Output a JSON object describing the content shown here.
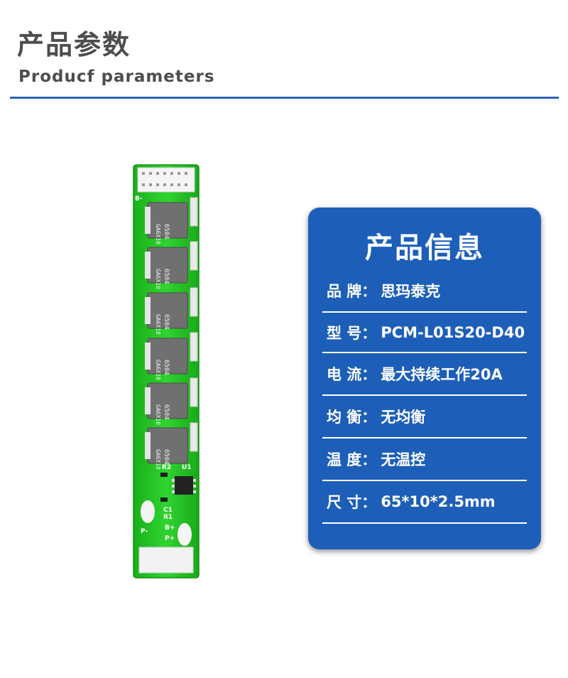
{
  "header": {
    "title_cn": "产品参数",
    "title_en": "Producf  parameters"
  },
  "board": {
    "chip_top": "6504",
    "chip_bottom": "GA6X18",
    "labels": [
      "B-",
      "R2",
      "C1",
      "R1",
      "B+",
      "P-",
      "P+",
      "U1"
    ]
  },
  "info": {
    "title": "产品信息",
    "rows": [
      {
        "label": "品 牌：",
        "value": "思玛泰克"
      },
      {
        "label": "型  号：",
        "value": "PCM-L01S20-D40"
      },
      {
        "label": "电  流：",
        "value": "最大持续工作20A"
      },
      {
        "label": "均  衡：",
        "value": "无均衡"
      },
      {
        "label": "温  度：",
        "value": "无温控"
      },
      {
        "label": "尺  寸：",
        "value": "65*10*2.5mm"
      }
    ]
  },
  "colors": {
    "title_text": "#4d4d4d",
    "rule": "#2b63b8",
    "card_bg": "#1d5fb8",
    "pcb_green": "#22c122"
  }
}
